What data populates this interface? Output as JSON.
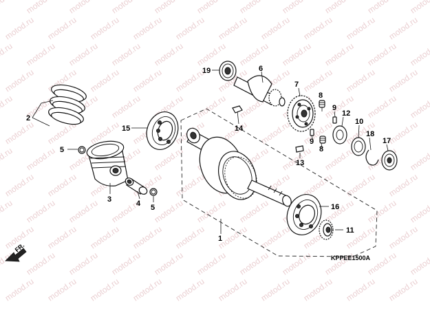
{
  "diagram": {
    "callouts": {
      "c1": "1",
      "c2": "2",
      "c3": "3",
      "c4": "4",
      "c5a": "5",
      "c5b": "5",
      "c6": "6",
      "c7": "7",
      "c8a": "8",
      "c8b": "8",
      "c9a": "9",
      "c9b": "9",
      "c10": "10",
      "c11": "11",
      "c12": "12",
      "c13": "13",
      "c14": "14",
      "c15": "15",
      "c16": "16",
      "c17": "17",
      "c18": "18",
      "c19": "19"
    },
    "front_label": "FR.",
    "diagram_code": "KPPEE1500A",
    "watermark": "motod.ru"
  }
}
